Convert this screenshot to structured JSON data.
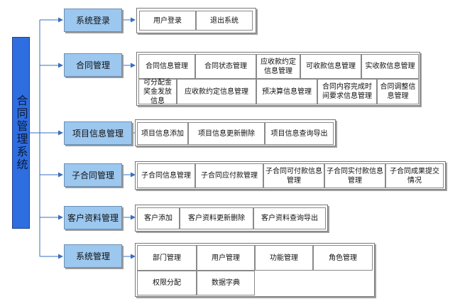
{
  "root": "合同管理系统",
  "colors": {
    "root_fill": "#2f6ee0",
    "node_fill": "#9cc7ef",
    "connector": "#3a6fc0"
  },
  "branches": [
    {
      "id": "login",
      "label": "系统登录",
      "items": [
        "用户登录",
        "退出系统"
      ]
    },
    {
      "id": "contract",
      "label": "合同管理",
      "items": [
        "合同信息管理",
        "合同状态管理",
        "应收款约定信息管理",
        "可收款信息管理",
        "实收款信息管理",
        "可分配金奖金发放信息",
        "应收款约定信息管理",
        "预决算信息管理",
        "合同内容完成时间要求信息管理",
        "合同调整信息管理"
      ]
    },
    {
      "id": "project",
      "label": "项目信息管理",
      "items": [
        "项目信息添加",
        "项目信息更新删除",
        "项目信息查询导出"
      ]
    },
    {
      "id": "subcontract",
      "label": "子合同管理",
      "items": [
        "子合同信息管理",
        "子合同应付款管理",
        "子合同可付款信息管理",
        "子合同实付款信息管理",
        "子合同成果提交情况"
      ]
    },
    {
      "id": "customer",
      "label": "客户资料管理",
      "items": [
        "客户添加",
        "客户资料更新删除",
        "客户资料查询导出"
      ]
    },
    {
      "id": "system",
      "label": "系统管理",
      "items": [
        "部门管理",
        "用户管理",
        "功能管理",
        "角色管理",
        "权限分配",
        "数据字典"
      ]
    }
  ]
}
